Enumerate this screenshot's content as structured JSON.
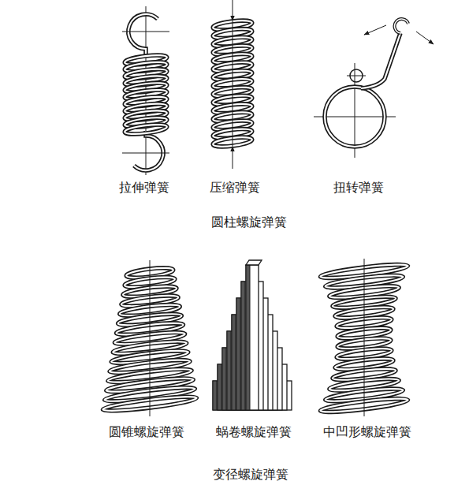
{
  "diagram": {
    "labels": [
      "拉伸弹簧",
      "压缩弹簧",
      "扭转弹簧",
      "圆柱螺旋弹簧",
      "圆锥螺旋弹簧",
      "蜗卷螺旋弹簧",
      "中凹形螺旋弹簧",
      "变径螺旋弹簧"
    ]
  }
}
